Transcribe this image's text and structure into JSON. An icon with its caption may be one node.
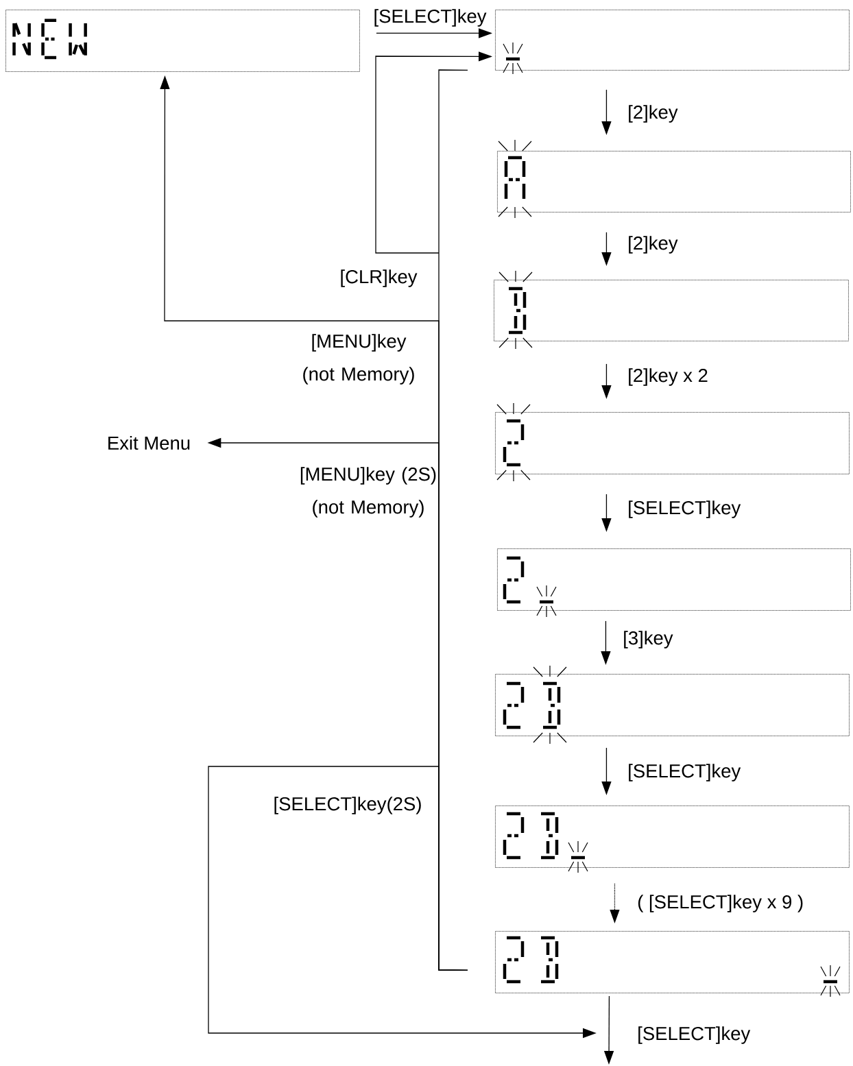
{
  "diagram": {
    "nodes": [
      {
        "text": [],
        "shape": "box"
      },
      {
        "text": [],
        "shape": "box"
      },
      {
        "text": [],
        "shape": "box"
      },
      {
        "text": [],
        "shape": "box"
      },
      {
        "text": [],
        "shape": "box"
      },
      {
        "text": [],
        "shape": "box"
      },
      {
        "text": [],
        "shape": "box"
      },
      {
        "text": [],
        "shape": "box"
      },
      {
        "text": [],
        "shape": "box"
      },
      {
        "text": [
          "Exit Menu"
        ]
      }
    ],
    "edges": [
      {
        "from": 0,
        "to": 1,
        "arrow": "to",
        "label": "[SELECT]key"
      },
      {
        "from": 8,
        "to": 1,
        "arrow": "to",
        "label": "[CLR]key"
      },
      {
        "from": 8,
        "to": 0,
        "arrow": "to",
        "label": "[MENU]key (not Memory)"
      },
      {
        "from": 8,
        "to": 9,
        "arrow": "to",
        "label": "[MENU]key (2S) (not Memory)"
      },
      {
        "from": 8,
        "to": null,
        "arrow": "to",
        "label": "[SELECT]key(2S)"
      },
      {
        "from": 1,
        "to": 2,
        "arrow": "to",
        "label": "[2]key"
      },
      {
        "from": 2,
        "to": 3,
        "arrow": "to",
        "label": "[2]key"
      },
      {
        "from": 3,
        "to": 4,
        "arrow": "to",
        "label": "[2]key x 2"
      },
      {
        "from": 4,
        "to": 5,
        "arrow": "to",
        "label": "[SELECT]key"
      },
      {
        "from": 5,
        "to": 6,
        "arrow": "to",
        "label": "[3]key"
      },
      {
        "from": 6,
        "to": 7,
        "arrow": "to",
        "label": "[SELECT]key"
      },
      {
        "from": 7,
        "to": 8,
        "arrow": "to",
        "label": "( [SELECT]key x 9 )",
        "style": "dashed"
      },
      {
        "from": 8,
        "to": null,
        "arrow": "to",
        "label": "[SELECT]key"
      }
    ]
  }
}
